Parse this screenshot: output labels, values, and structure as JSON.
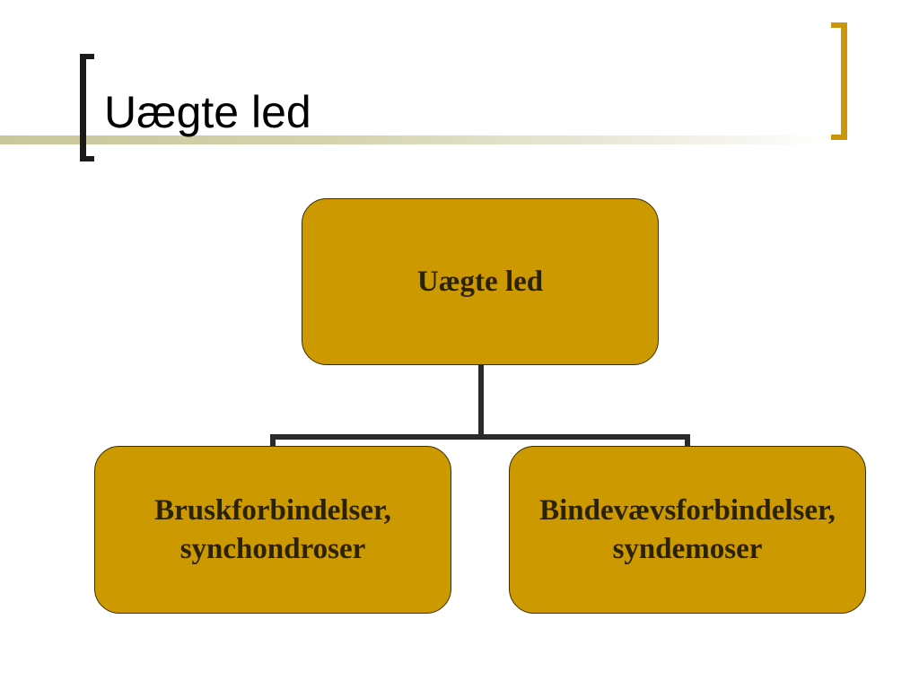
{
  "slide": {
    "title": "Uægte led"
  },
  "diagram": {
    "root": {
      "label": "Uægte led"
    },
    "children": [
      {
        "line1": "Bruskforbindelser,",
        "line2": "synchondroser"
      },
      {
        "line1": "Bindevævsforbindelser,",
        "line2": "syndemoser"
      }
    ]
  },
  "colors": {
    "node_fill": "#cc9900",
    "connector": "#2a2a2a",
    "left_bracket": "#1a1a1a",
    "right_bracket": "#c9960c"
  }
}
